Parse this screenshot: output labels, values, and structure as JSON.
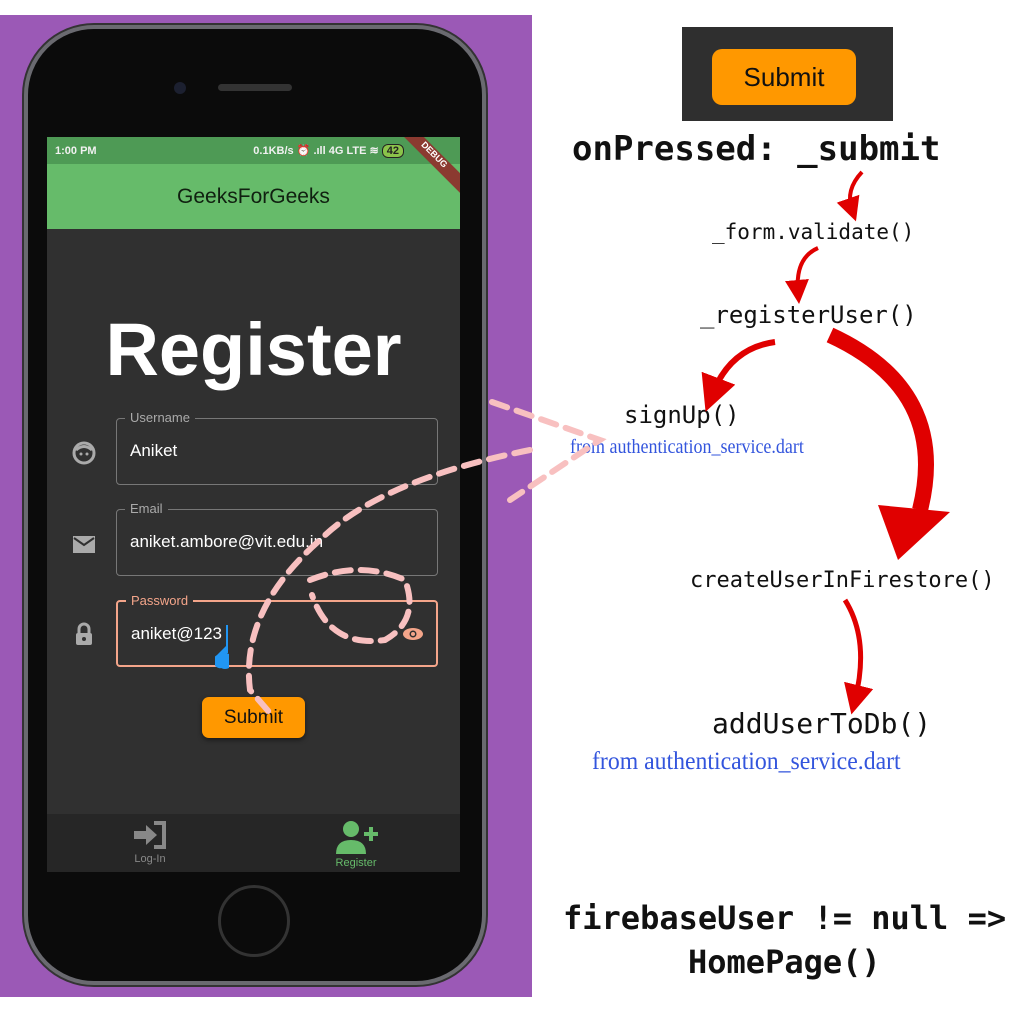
{
  "phone": {
    "status": {
      "time": "1:00 PM",
      "indicators": "0.1KB/s ⏰ .ıll 4G LTE ≋",
      "battery": "42",
      "debug_banner": "DEBUG"
    },
    "appbar_title": "GeeksForGeeks",
    "heading": "Register",
    "fields": [
      {
        "label": "Username",
        "value": "Aniket",
        "icon": "face-icon"
      },
      {
        "label": "Email",
        "value": "aniket.ambore@vit.edu.in",
        "icon": "mail-icon"
      },
      {
        "label": "Password",
        "value": "aniket@123",
        "icon": "lock-icon"
      }
    ],
    "submit_label": "Submit",
    "nav": [
      {
        "label": "Log-In",
        "icon": "login-icon"
      },
      {
        "label": "Register",
        "icon": "person-add-icon"
      }
    ],
    "colors": {
      "appbar": "#66bb6a",
      "button": "#ff9800",
      "active_nav": "#66bb6a",
      "focus": "#f4a58a"
    }
  },
  "flow": {
    "button_label": "Submit",
    "steps": [
      "onPressed: _submit",
      "_form.validate()",
      "_registerUser()",
      "signUp()",
      "createUserInFirestore()",
      "addUserToDb()",
      "firebaseUser != null =>",
      "HomePage()"
    ],
    "source_notes": [
      "from authentication_service.dart",
      "from authentication_service.dart"
    ],
    "arrow_color": "#e00000"
  }
}
